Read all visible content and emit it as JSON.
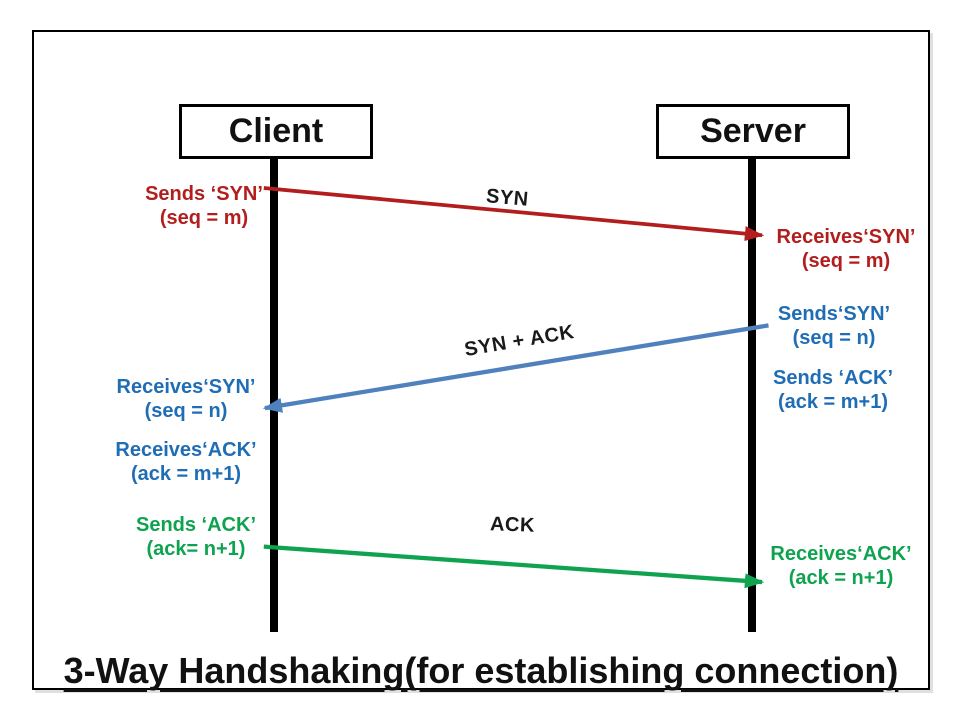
{
  "title": "3-Way Handshaking(for establishing connection)",
  "actors": {
    "client": "Client",
    "server": "Server"
  },
  "arrow_labels": {
    "syn": "SYN",
    "syn_ack": "SYN + ACK",
    "ack": "ACK"
  },
  "notes": {
    "client_sends_syn": {
      "line1": "Sends ‘SYN’",
      "line2": "(seq = m)"
    },
    "server_receives_syn": {
      "line1": "Receives‘SYN’",
      "line2": "(seq = m)"
    },
    "server_sends_syn": {
      "line1": "Sends‘SYN’",
      "line2": "(seq = n)"
    },
    "server_sends_ack": {
      "line1": "Sends ‘ACK’",
      "line2": "(ack = m+1)"
    },
    "client_receives_syn": {
      "line1": "Receives‘SYN’",
      "line2": "(seq = n)"
    },
    "client_receives_ack": {
      "line1": "Receives‘ACK’",
      "line2": "(ack = m+1)"
    },
    "client_sends_ack": {
      "line1": "Sends ‘ACK’",
      "line2": "(ack= n+1)"
    },
    "server_receives_ack": {
      "line1": "Receives‘ACK’",
      "line2": "(ack = n+1)"
    }
  },
  "colors": {
    "red": "#B21E1E",
    "blue_arrow": "#4F81BD",
    "blue_text": "#1F6DB5",
    "green": "#0FA350",
    "black": "#000000"
  }
}
